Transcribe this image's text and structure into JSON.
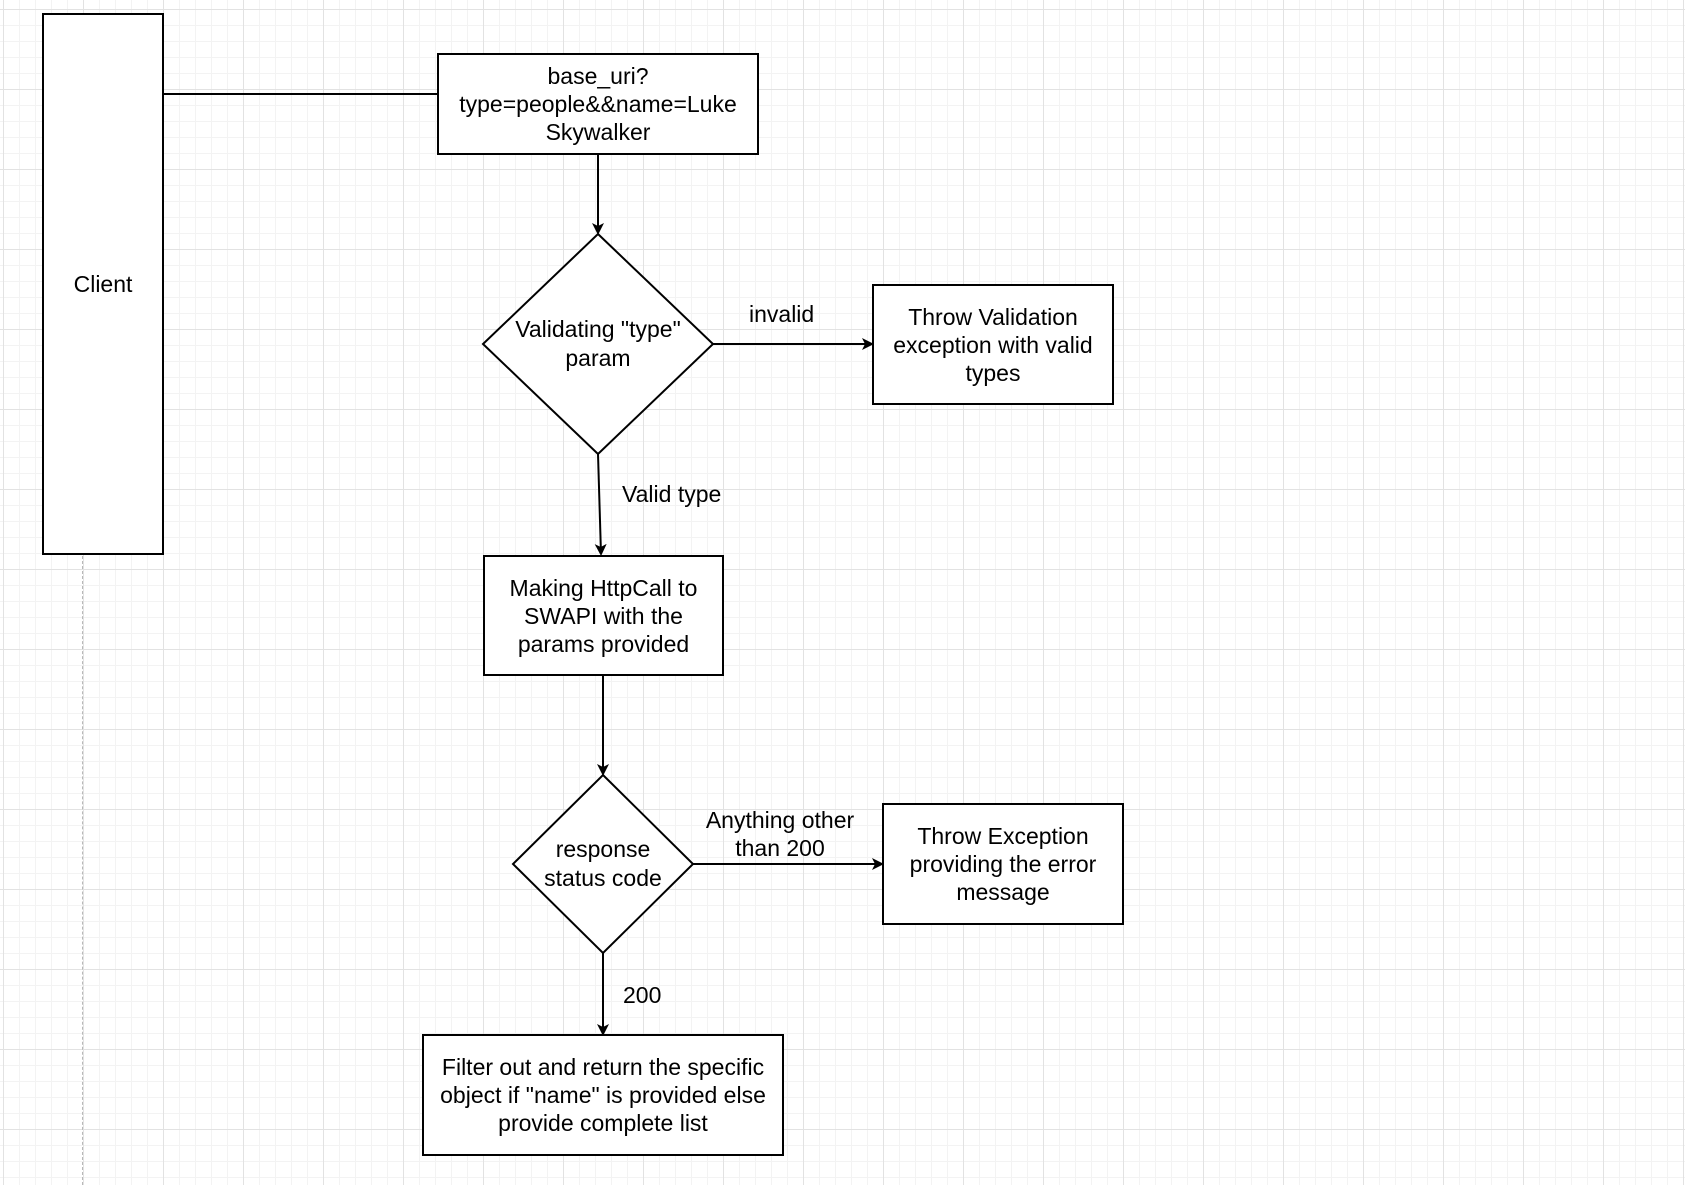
{
  "diagram": {
    "nodes": {
      "client": "Client",
      "request": "base_uri?type=people&&name=Luke Skywalker",
      "validate_decision": "Validating \"type\" param",
      "throw_validation": "Throw Validation exception with valid types",
      "http_call": "Making HttpCall to SWAPI with the params provided",
      "status_decision": "response status code",
      "throw_exception": "Throw Exception providing the error message",
      "filter_result": "Filter out and return the specific object if \"name\" is provided else provide complete list"
    },
    "edges": {
      "invalid": "invalid",
      "valid_type": "Valid type",
      "non_200": "Anything other than 200",
      "ok_200": "200"
    }
  }
}
